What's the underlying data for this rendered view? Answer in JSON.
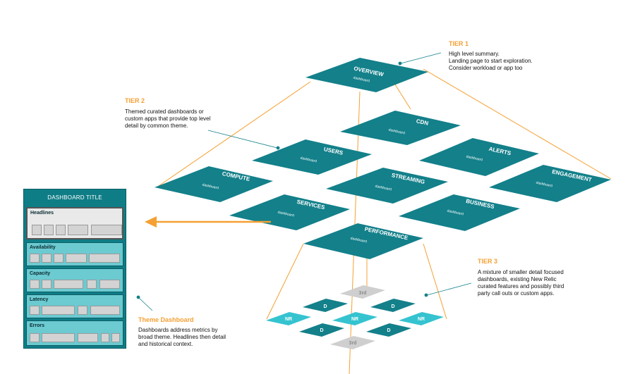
{
  "tier1": {
    "title": "TIER 1",
    "lines": [
      "High level summary.",
      "Landing page to start exploration.",
      "Consider workload or app too"
    ]
  },
  "tier2": {
    "title": "TIER 2",
    "lines": [
      "Themed curated dashboards or",
      "custom apps that provide top level",
      "detail by common theme."
    ]
  },
  "tier3": {
    "title": "TIER 3",
    "lines": [
      "A mixture of smaller detail focused",
      "dashboards, existing New Relic",
      "curated features and possibly third",
      "party call outs or custom apps."
    ]
  },
  "theme": {
    "title": "Theme Dashboard",
    "lines": [
      "Dashboards address metrics by",
      "broad theme. Headlines then detail",
      "and historical context."
    ]
  },
  "dashboard_sample": {
    "title": "DASHBOARD TITLE",
    "sections": [
      "Headlines",
      "Availability",
      "Capacity",
      "Latency",
      "Errors"
    ]
  },
  "tiles": {
    "overview": {
      "name": "OVERVIEW",
      "sub": "dashboard"
    },
    "cdn": {
      "name": "CDN",
      "sub": "dashboard"
    },
    "users": {
      "name": "USERS",
      "sub": "dashboard"
    },
    "alerts": {
      "name": "ALERTS",
      "sub": "dashboard"
    },
    "compute": {
      "name": "COMPUTE",
      "sub": "dashboard"
    },
    "streaming": {
      "name": "STREAMING",
      "sub": "dashboard"
    },
    "engagement": {
      "name": "ENGAGEMENT",
      "sub": "dashboard"
    },
    "services": {
      "name": "SERVICES",
      "sub": "dashboard"
    },
    "business": {
      "name": "BUSINESS",
      "sub": "dashboard"
    },
    "performance": {
      "name": "PERFORMANCE",
      "sub": "dashboard"
    }
  },
  "small_tiles": {
    "third": "3rd",
    "d": "D",
    "nr": "NR"
  },
  "colors": {
    "teal": "#13808a",
    "light_teal": "#35c3d0",
    "grey_tile": "#cfcfcf",
    "orange": "#f5a033"
  }
}
